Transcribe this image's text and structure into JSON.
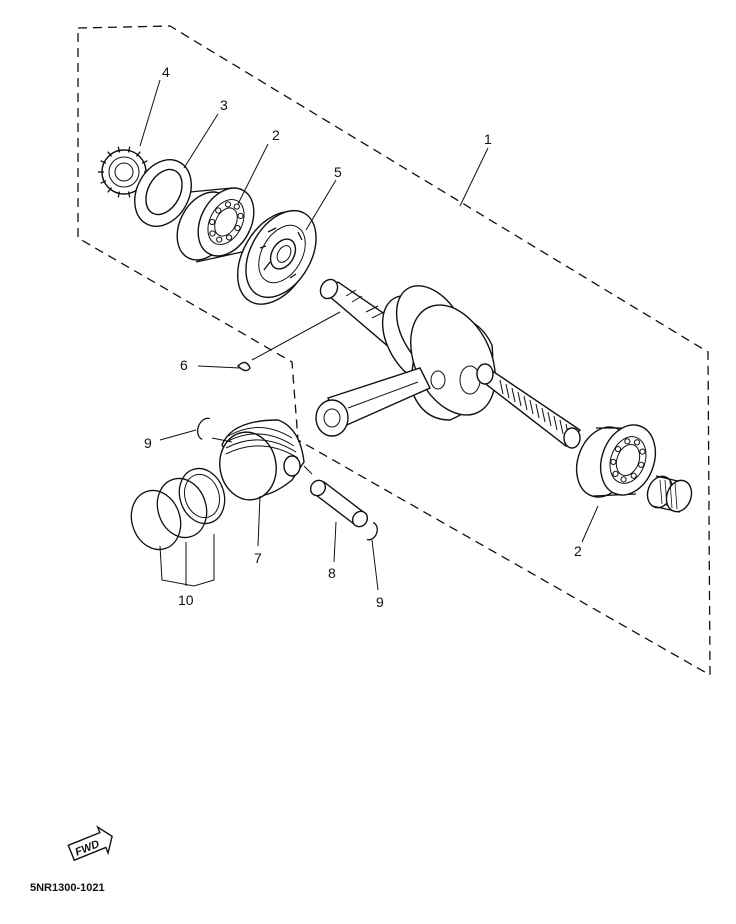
{
  "callouts": {
    "assembly": "1",
    "bearing_upper": "2",
    "bearing_lower": "2",
    "washer": "3",
    "sprocket": "4",
    "oil_pump_plate": "5",
    "woodruff_key": "6",
    "piston": "7",
    "piston_pin": "8",
    "circlip_left": "9",
    "circlip_right": "9",
    "piston_ring_set": "10"
  },
  "direction_badge": "FWD",
  "drawing_code": "5NR1300-1021"
}
